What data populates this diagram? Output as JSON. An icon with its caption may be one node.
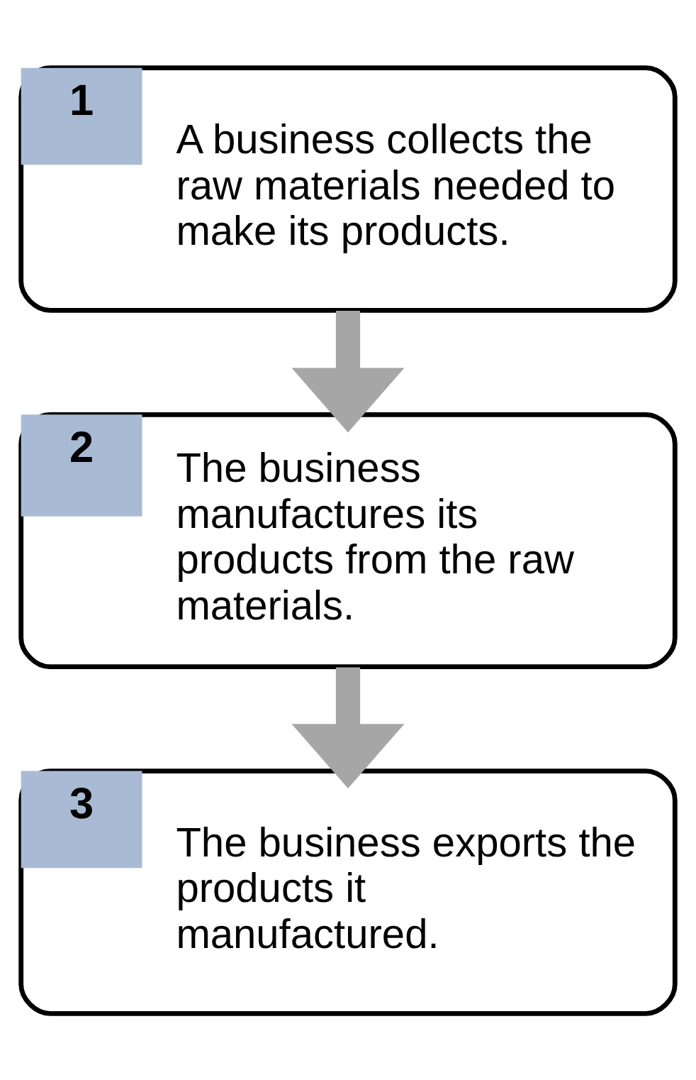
{
  "diagram": {
    "nodes": [
      {
        "text": [
          "1",
          "A business collects the raw materials needed to make its products."
        ]
      },
      {
        "text": [
          "2",
          "The business manufactures its products from the raw materials."
        ]
      },
      {
        "text": [
          "3",
          "The business exports the products it manufactured."
        ]
      }
    ],
    "edges": [
      {
        "from": 0,
        "to": 1,
        "arrow": "to"
      },
      {
        "from": 1,
        "to": 2,
        "arrow": "to"
      }
    ]
  }
}
